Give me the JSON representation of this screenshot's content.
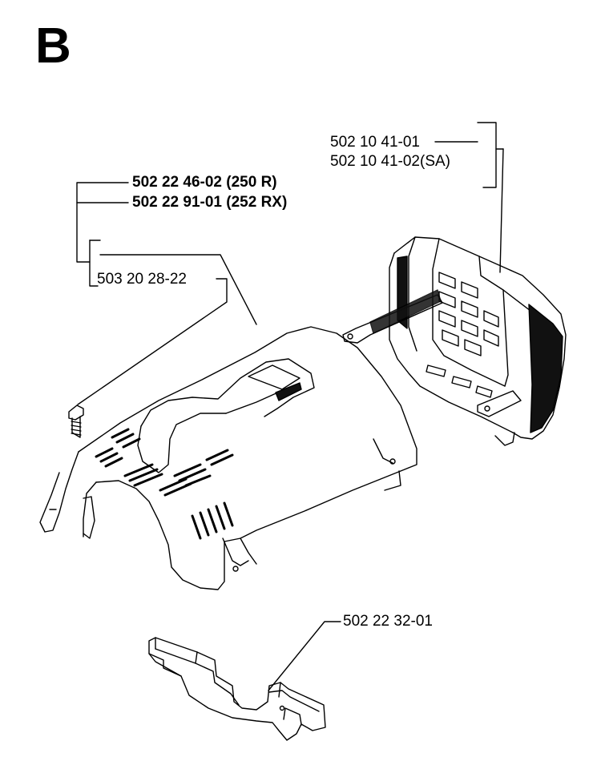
{
  "section_letter": "B",
  "parts": {
    "cylinder_cover_a": "502 10 41-01",
    "cylinder_cover_b": "502 10 41-02(SA)",
    "top_cover_250r": "502 22 46-02 (250 R)",
    "top_cover_252rx": "502 22 91-01 (252 RX)",
    "screw": "503 20 28-22",
    "bottom_plate": "502 22 32-01"
  },
  "colors": {
    "line": "#000000",
    "background": "#ffffff",
    "shade": "#111111"
  }
}
